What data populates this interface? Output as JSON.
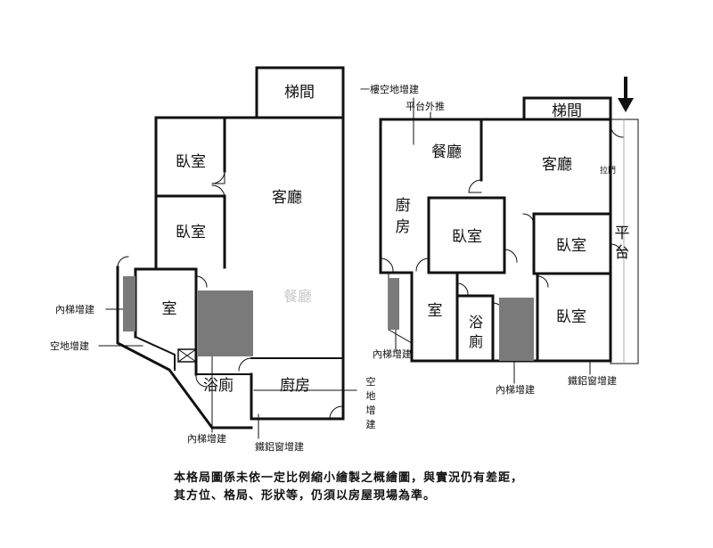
{
  "left_plan": {
    "rooms": {
      "stair": "梯間",
      "bedroom_1": "臥室",
      "bedroom_2": "臥室",
      "living": "客廳",
      "dining_watermark": "餐廳",
      "room": "室",
      "bath": "浴廁",
      "kitchen": "廚房"
    },
    "labels": {
      "inner_stair": "內梯增建",
      "vacant_land": "空地增建",
      "inner_stair_bottom": "內梯增建",
      "al_window": "鐵鋁窗增建",
      "vacant_vertical": [
        "空",
        "地",
        "增",
        "建"
      ]
    }
  },
  "right_plan": {
    "rooms": {
      "stair": "梯間",
      "dining": "餐廳",
      "living": "客廳",
      "kitchen": [
        "廚",
        "房"
      ],
      "bedroom_1": "臥室",
      "bedroom_2": "臥室",
      "bedroom_3": "臥室",
      "room": "室",
      "bath": [
        "浴",
        "廁"
      ],
      "platform": [
        "平",
        "台"
      ]
    },
    "labels": {
      "first_floor": "一樓空地增建",
      "platform_push": "平台外推",
      "sliding_door": "拉門",
      "inner_stair": "內梯增建",
      "inner_stair_bottom": "內梯增建",
      "al_window": "鐵鋁窗增建"
    }
  },
  "disclaimer": [
    "本格局圖係未依一定比例縮小繪製之概繪圖，與實況仍有差距，",
    "其方位、格局、形狀等，仍須以房屋現場為準。"
  ]
}
